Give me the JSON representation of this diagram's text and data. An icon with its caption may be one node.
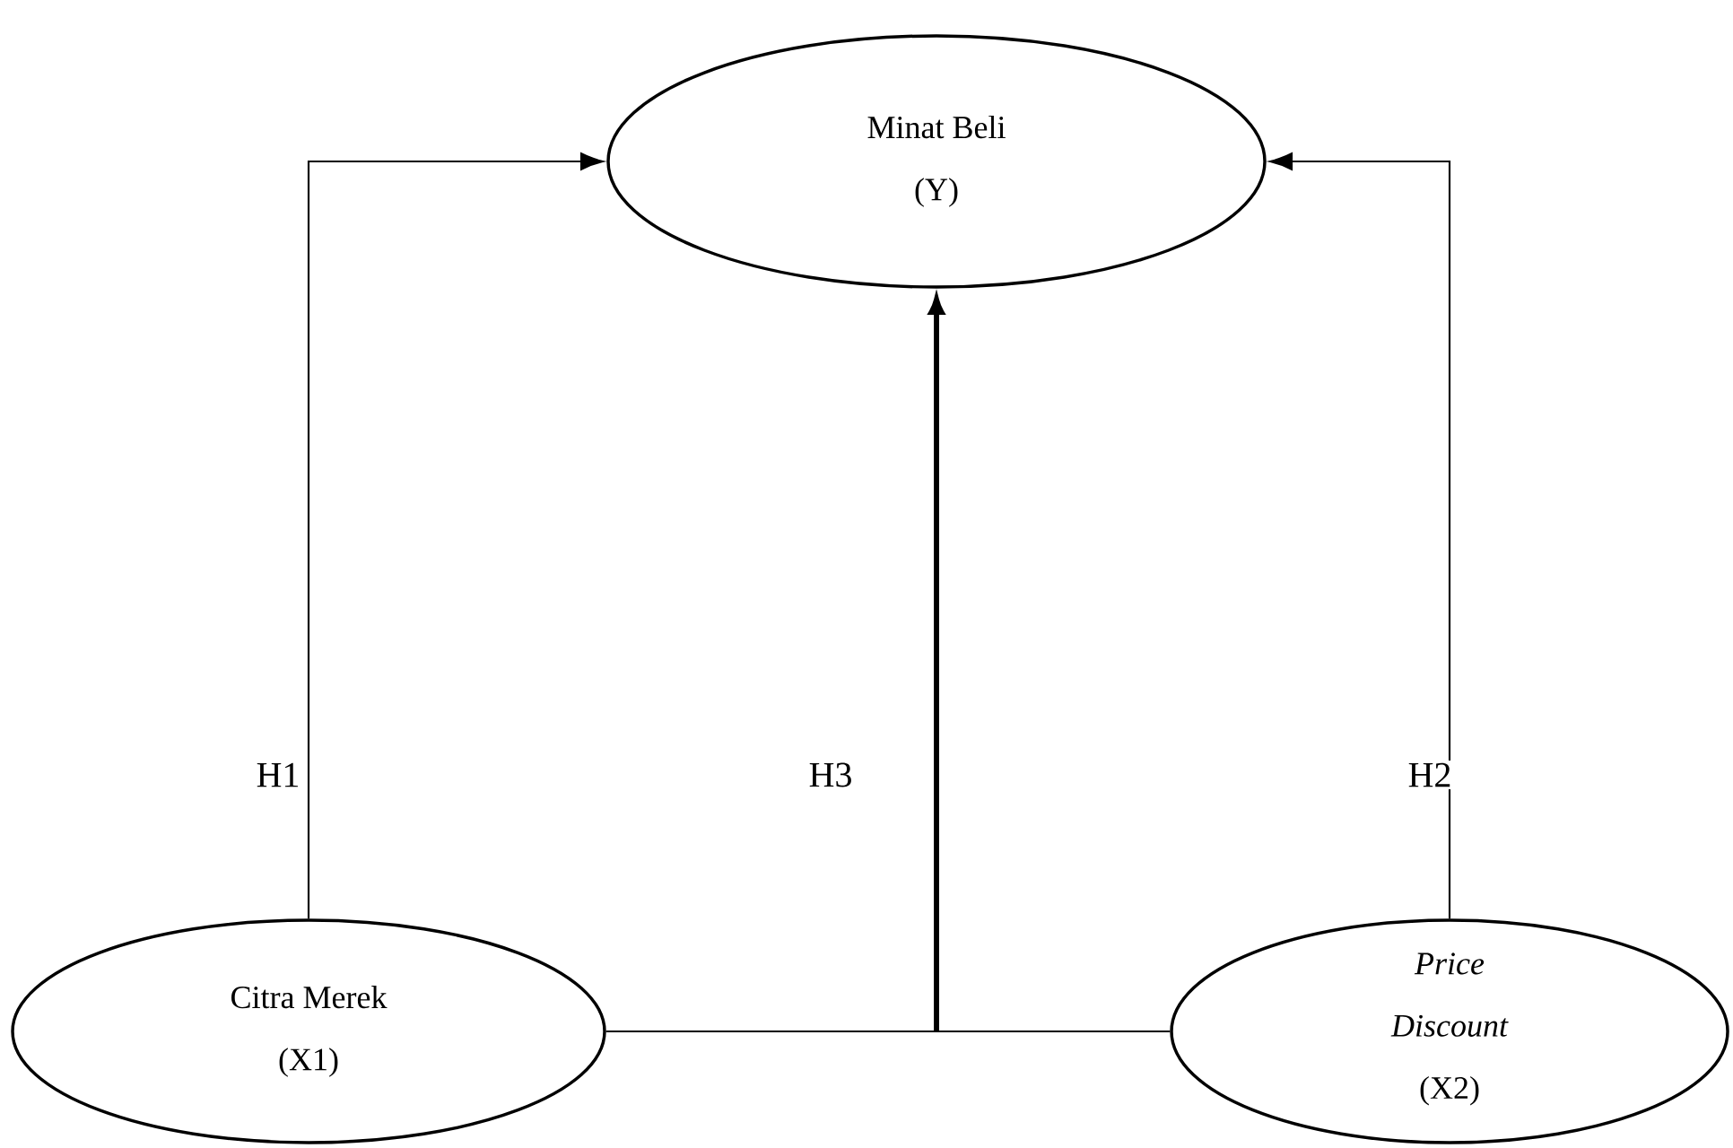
{
  "diagram": {
    "nodes": [
      {
        "text": [
          "Minat Beli",
          "(Y)"
        ]
      },
      {
        "text": [
          "Citra Merek",
          "(X1)"
        ]
      },
      {
        "text": [
          "Price Discount",
          "(X2)"
        ]
      }
    ],
    "edges": [
      {
        "from": 1,
        "to": 0,
        "arrow": "to",
        "label": "H1"
      },
      {
        "from": 2,
        "to": 0,
        "arrow": "to",
        "label": "H2"
      },
      {
        "from": 1,
        "to": 0,
        "arrow": "to",
        "label": "H3",
        "style": "thick"
      },
      {
        "from": 2,
        "to": 0,
        "arrow": "to",
        "style": "thick"
      }
    ]
  }
}
